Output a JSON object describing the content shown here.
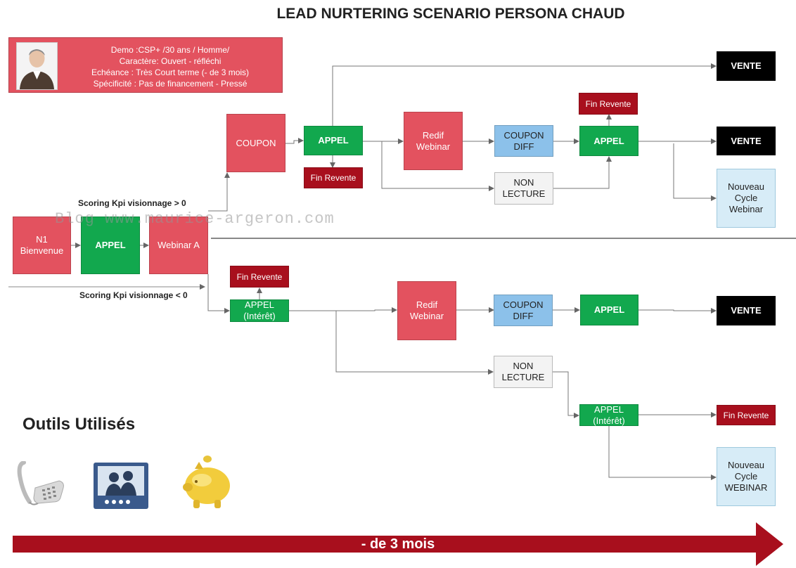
{
  "title": "LEAD NURTERING SCENARIO PERSONA CHAUD",
  "persona": {
    "lines": [
      "Demo :CSP+  /30 ans / Homme/",
      "Caractère: Ouvert - réfléchi",
      "Echéance : Très Court terme (- de 3 mois)",
      "Spécificité : Pas de financement - Pressé"
    ],
    "avatar_icon": "person-avatar-icon"
  },
  "nodes": {
    "n1": "N1\nBienvenue",
    "appel_start": "APPEL",
    "webinar_a": "Webinar A",
    "coupon": "COUPON",
    "appel_top": "APPEL",
    "fin_revente_1": "Fin Revente",
    "redif_top": "Redif\nWebinar",
    "coupon_diff_top": "COUPON\nDIFF",
    "non_lecture_top": "NON\nLECTURE",
    "fin_revente_2": "Fin Revente",
    "appel_top2": "APPEL",
    "vente_1": "VENTE",
    "vente_2": "VENTE",
    "nouveau_cycle_1": "Nouveau\nCycle\nWebinar",
    "fin_revente_3": "Fin Revente",
    "appel_interet_1": "APPEL\n(Intérêt)",
    "redif_bottom": "Redif\nWebinar",
    "coupon_diff_bottom": "COUPON\nDIFF",
    "appel_bottom": "APPEL",
    "vente_3": "VENTE",
    "non_lecture_bottom": "NON\nLECTURE",
    "appel_interet_2": "APPEL\n(Intérêt)",
    "fin_revente_4": "Fin Revente",
    "nouveau_cycle_2": "Nouveau\nCycle\nWEBINAR"
  },
  "labels": {
    "scoring_high": "Scoring Kpi visionnage > 0",
    "scoring_low": "Scoring Kpi visionnage < 0"
  },
  "watermark": "Blog www.maurice-argeron.com",
  "tools": {
    "title": "Outils Utilisés",
    "icons": [
      "telephone-icon",
      "webinar-screen-icon",
      "piggy-bank-icon"
    ]
  },
  "timeline": {
    "label": "- de 3 mois",
    "color": "#a80f1d"
  },
  "colors": {
    "red": "#e3525f",
    "green": "#12a84e",
    "dark_red": "#a80f1d",
    "blue": "#8cc1ea",
    "light_blue": "#d7ecf7"
  }
}
